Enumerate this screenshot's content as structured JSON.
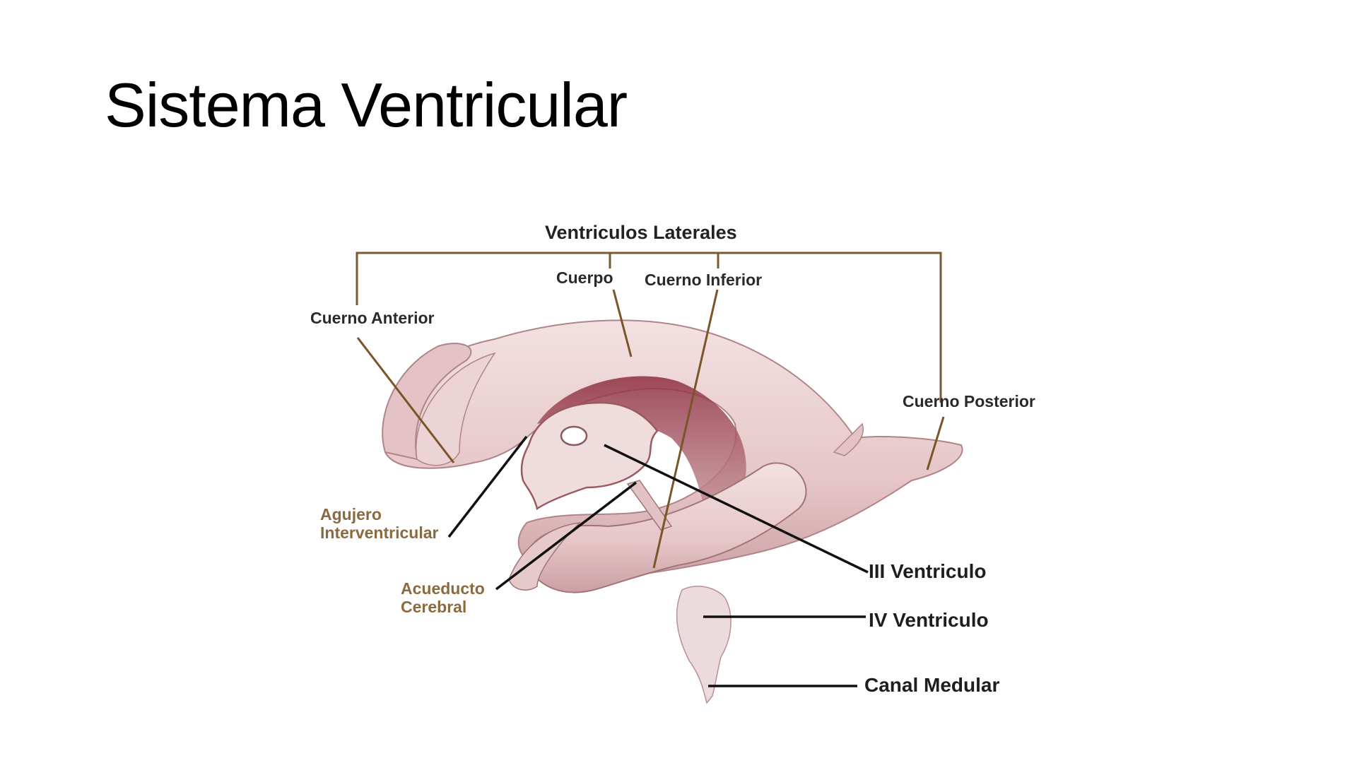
{
  "slide": {
    "title": "Sistema Ventricular"
  },
  "diagram": {
    "heading": "Ventriculos Laterales",
    "labels": {
      "cuerpo": "Cuerpo",
      "cuerno_inferior": "Cuerno Inferior",
      "cuerno_anterior": "Cuerno Anterior",
      "cuerno_posterior": "Cuerno Posterior",
      "agujero_line1": "Agujero",
      "agujero_line2": "Interventricular",
      "acueducto_line1": "Acueducto",
      "acueducto_line2": "Cerebral",
      "iii_ventriculo": "III Ventriculo",
      "iv_ventriculo": "IV Ventriculo",
      "canal_medular": "Canal Medular"
    },
    "colors": {
      "ventricle_fill": "#e9cfd0",
      "ventricle_shadow": "#9a3a4a",
      "bracket": "#7a5a34",
      "leader_brown": "#7a5528",
      "leader_black": "#111111",
      "brown_text": "#8a6a3e"
    }
  }
}
